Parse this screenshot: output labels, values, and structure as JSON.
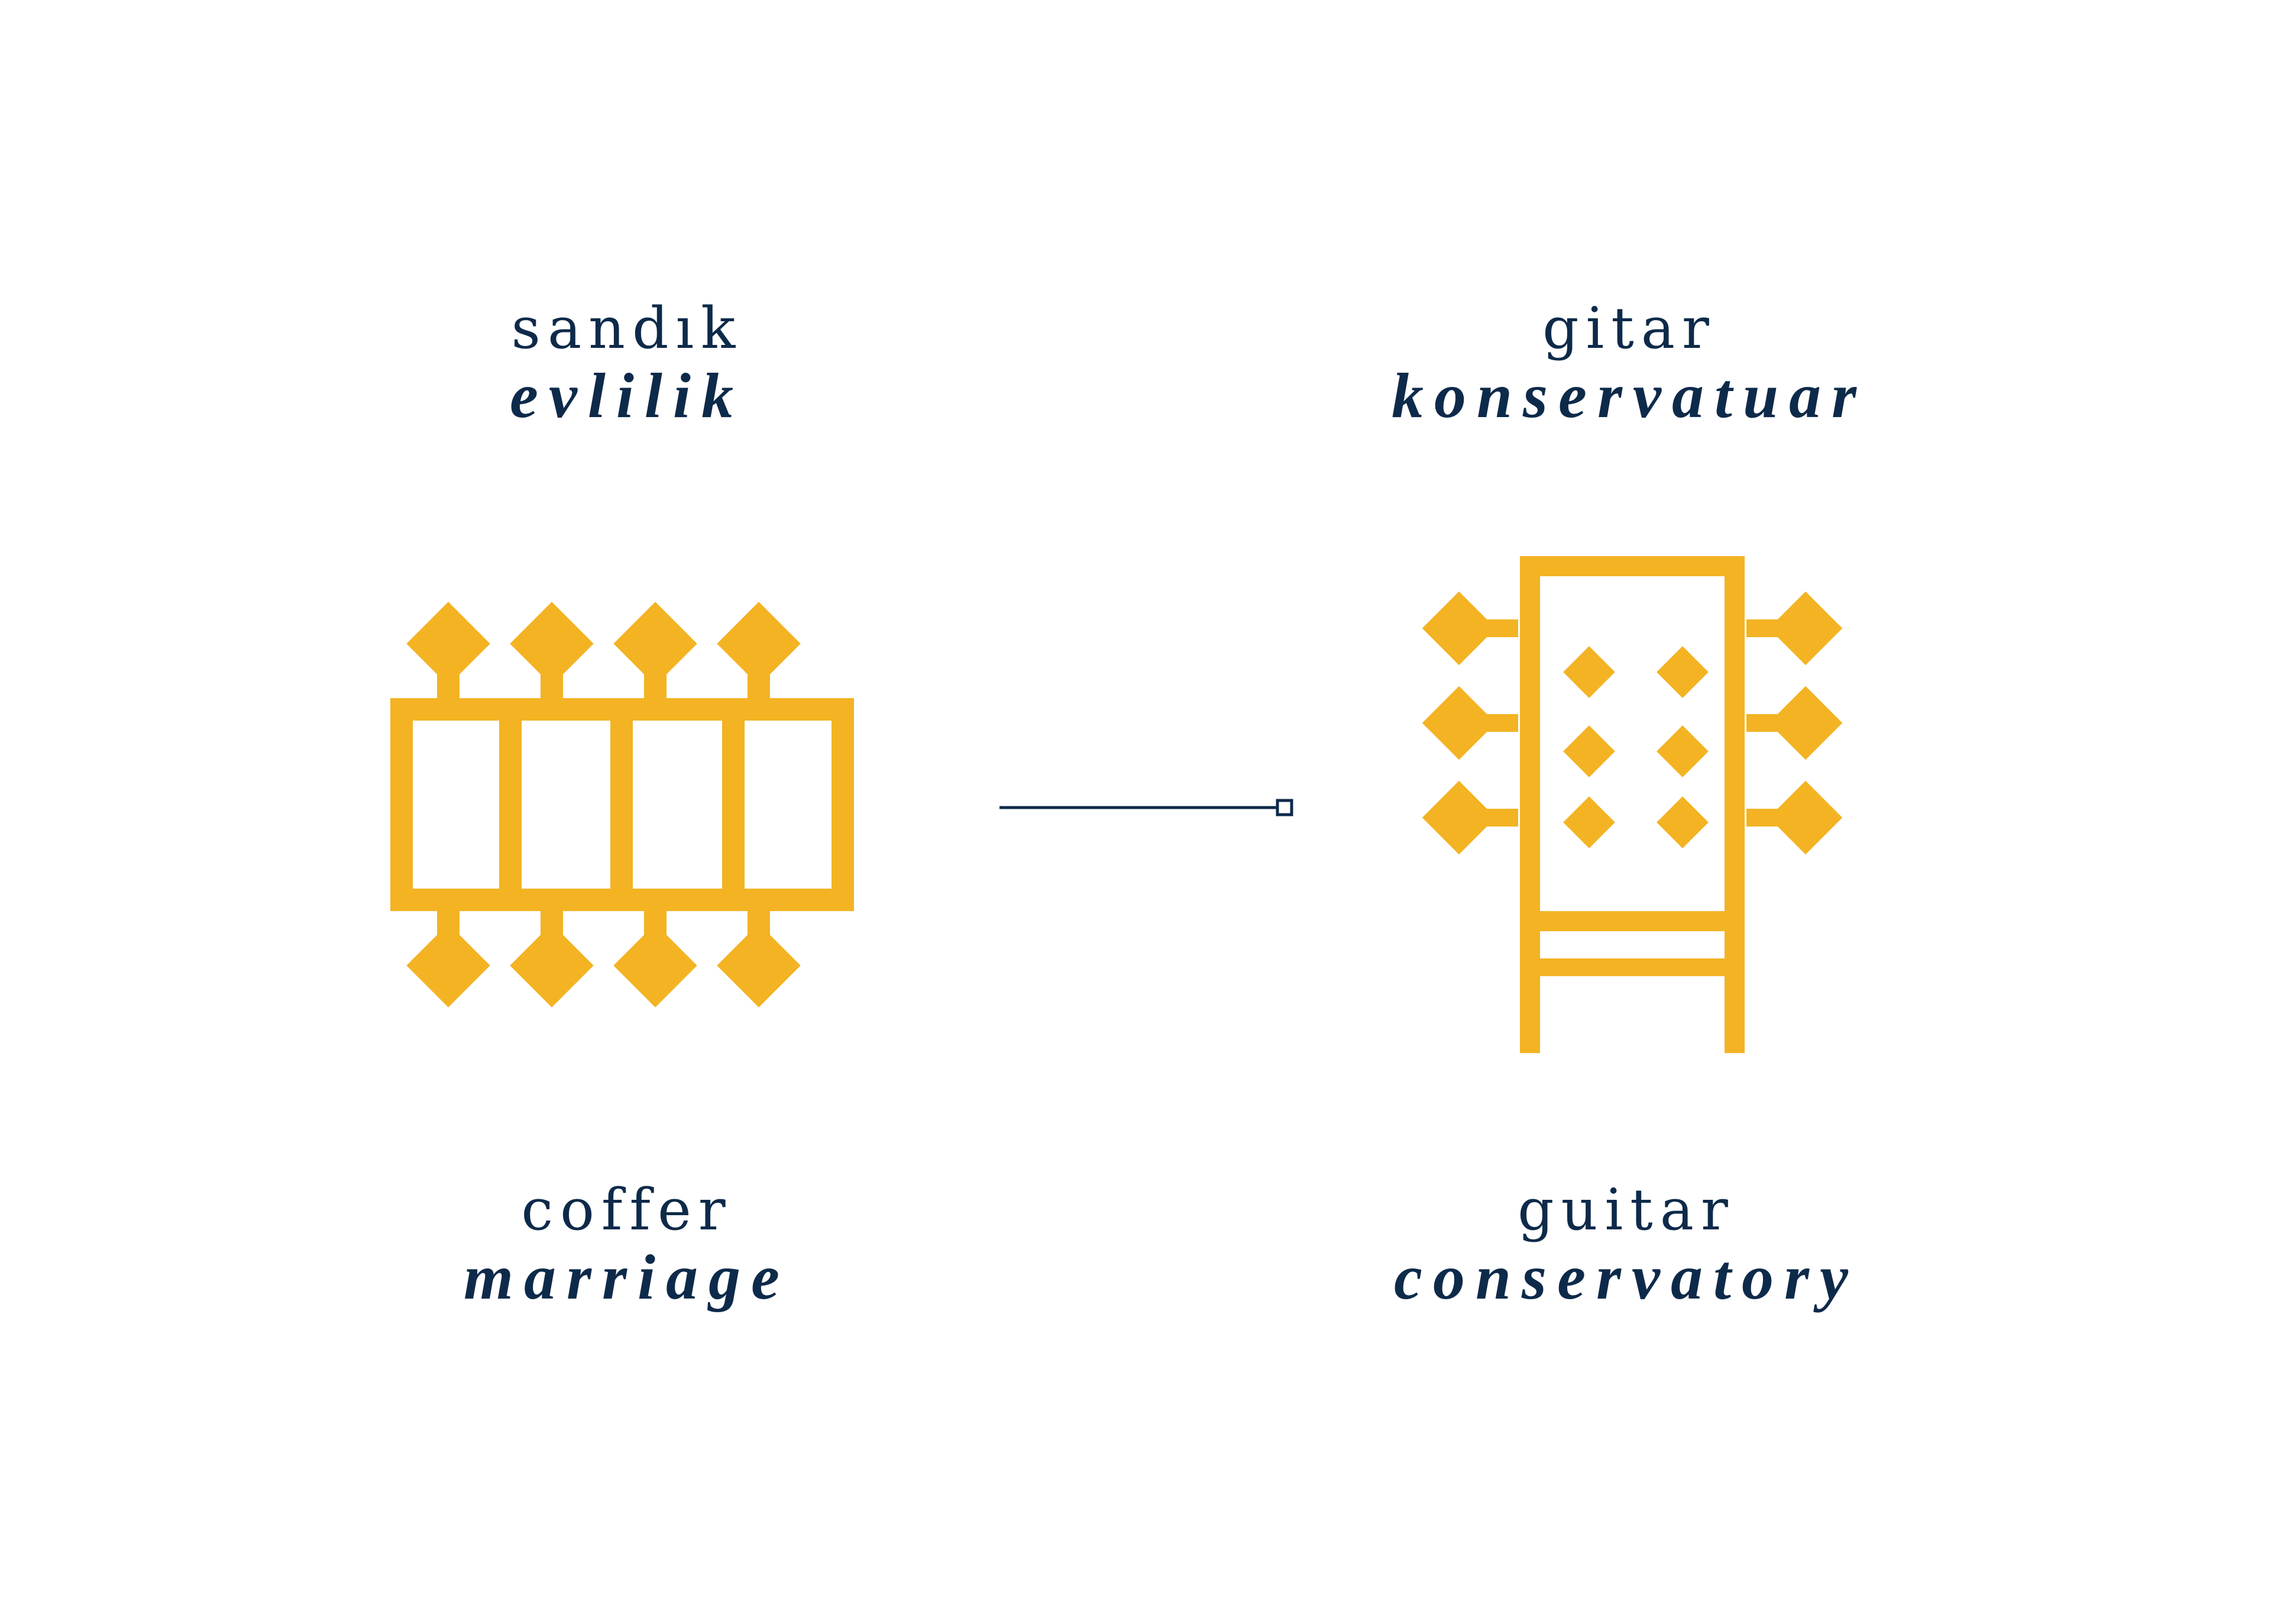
{
  "colors": {
    "accent": "#f3b323",
    "text": "#0e2a4a",
    "background": "#ffffff"
  },
  "left": {
    "turkish_object": "sandık",
    "turkish_concept": "evlilik",
    "english_object": "coffer",
    "english_concept": "marriage",
    "icon": "coffer-icon"
  },
  "right": {
    "turkish_object": "gitar",
    "turkish_concept": "konservatuar",
    "english_object": "guitar",
    "english_concept": "conservatory",
    "icon": "guitar-headstock-icon"
  }
}
